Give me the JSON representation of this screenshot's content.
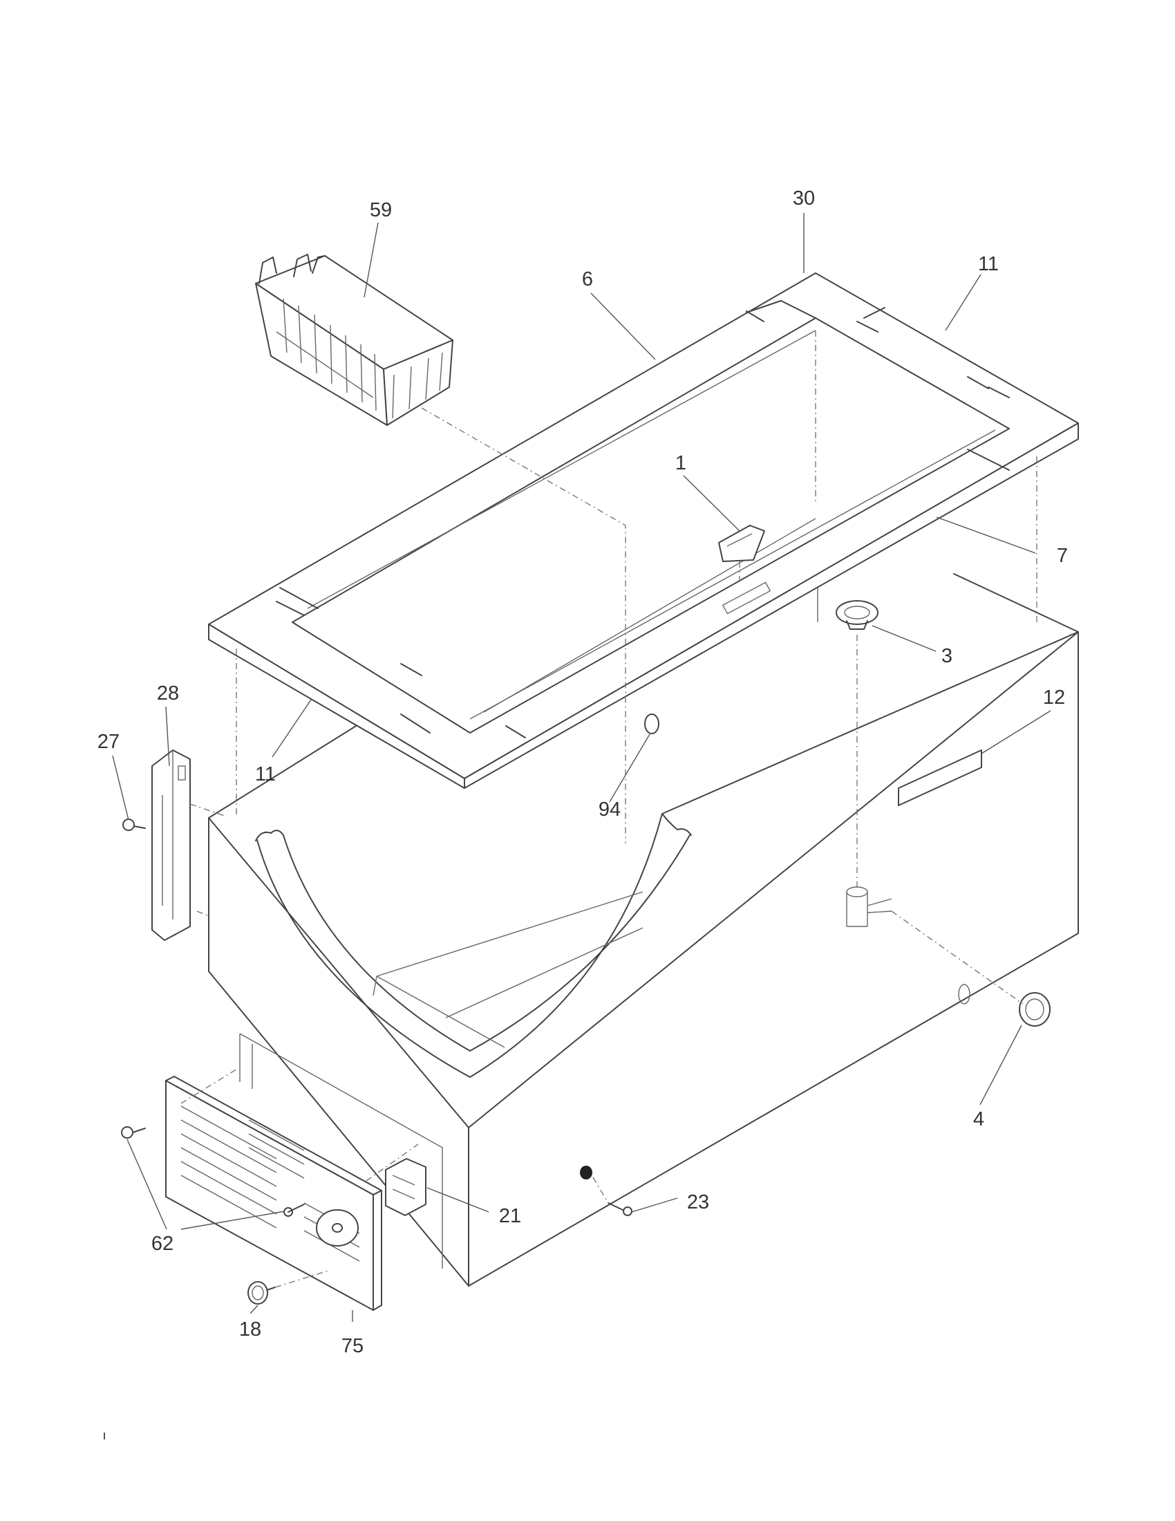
{
  "callouts": [
    {
      "id": "part-59",
      "number": "59"
    },
    {
      "id": "part-30",
      "number": "30"
    },
    {
      "id": "part-11-top",
      "number": "11"
    },
    {
      "id": "part-6",
      "number": "6"
    },
    {
      "id": "part-1",
      "number": "1"
    },
    {
      "id": "part-7",
      "number": "7"
    },
    {
      "id": "part-3",
      "number": "3"
    },
    {
      "id": "part-12",
      "number": "12"
    },
    {
      "id": "part-28",
      "number": "28"
    },
    {
      "id": "part-27",
      "number": "27"
    },
    {
      "id": "part-11-bottom",
      "number": "11"
    },
    {
      "id": "part-94",
      "number": "94"
    },
    {
      "id": "part-4",
      "number": "4"
    },
    {
      "id": "part-21",
      "number": "21"
    },
    {
      "id": "part-23",
      "number": "23"
    },
    {
      "id": "part-62",
      "number": "62"
    },
    {
      "id": "part-18",
      "number": "18"
    },
    {
      "id": "part-75",
      "number": "75"
    }
  ]
}
